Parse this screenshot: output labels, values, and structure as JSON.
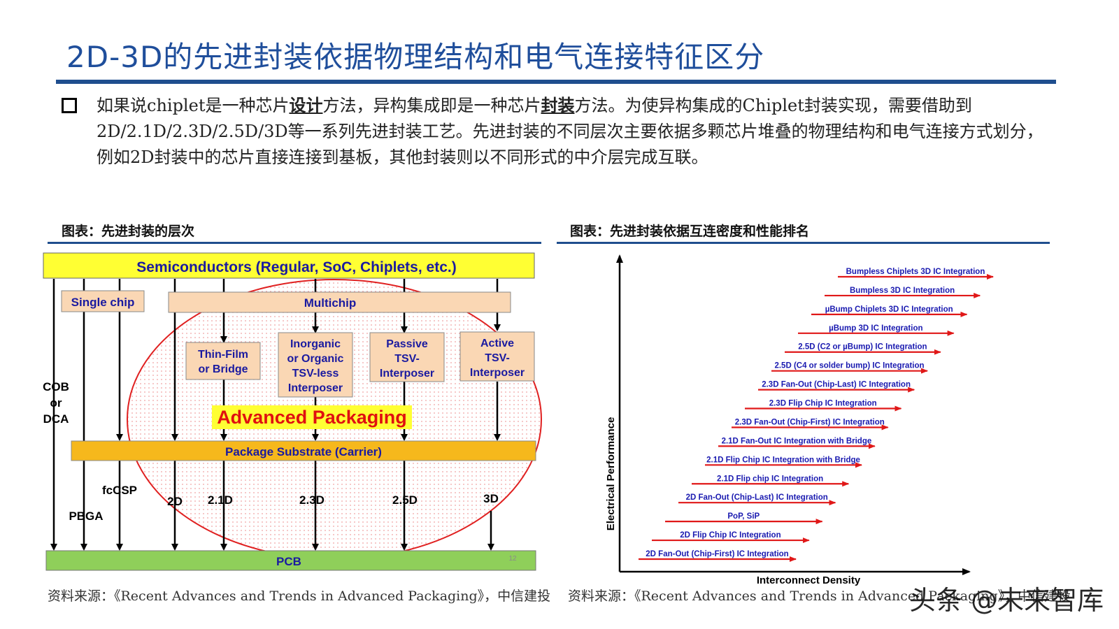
{
  "title": "2D-3D的先进封装依据物理结构和电气连接特征区分",
  "paragraph": {
    "p1": "如果说chiplet是一种芯片",
    "u1": "设计",
    "p2": "方法，异构集成即是一种芯片",
    "u2": "封装",
    "p3": "方法。为使异构集成的Chiplet封装实现，需要借助到2D/2.1D/2.3D/2.5D/3D等一系列先进封装工艺。先进封装的不同层次主要依据多颗芯片堆叠的物理结构和电气连接方式划分，例如2D封装中的芯片直接连接到基板，其他封装则以不同形式的中介层完成互联。"
  },
  "left_figure": {
    "caption": "图表：先进封装的层次",
    "source": "资料来源：《Recent Advances and Trends in Advanced Packaging》，中信建投",
    "semiconductors": "Semiconductors (Regular, SoC, Chiplets, etc.)",
    "single_chip": "Single chip",
    "multichip": "Multichip",
    "cob": [
      "COB",
      "or",
      "DCA"
    ],
    "thin_film": [
      "Thin-Film",
      "or Bridge"
    ],
    "inorganic": [
      "Inorganic",
      "or Organic",
      "TSV-less",
      "Interposer"
    ],
    "passive": [
      "Passive",
      "TSV-",
      "Interposer"
    ],
    "active": [
      "Active",
      "TSV-",
      "Interposer"
    ],
    "advanced_packaging": "Advanced Packaging",
    "substrate": "Package Substrate (Carrier)",
    "fccsp": "fcCSP",
    "pbga": "PBGA",
    "levels": [
      "2D",
      "2.1D",
      "2.3D",
      "2.5D",
      "3D"
    ],
    "pcb": "PCB",
    "page_no": "12",
    "colors": {
      "yellow": "#ffff33",
      "peach": "#fad7b4",
      "orange": "#f6b81c",
      "green": "#8fcf5a",
      "ellipse": "#e02020",
      "blue_text": "#1a1aa0"
    }
  },
  "right_figure": {
    "caption": "图表：先进封装依据互连密度和性能排名",
    "source": "资料来源：《Recent Advances and Trends in Advanced Packaging》，中信建投",
    "ylabel": "Electrical Performance",
    "xlabel": "Interconnect Density",
    "arrow_color": "#e01818",
    "label_color": "#1a1ab0",
    "items": [
      "Bumpless Chiplets 3D IC Integration",
      "Bumpless 3D IC Integration",
      "µBump Chiplets 3D IC Integration",
      "µBump 3D IC Integration",
      "2.5D (C2 or µBump) IC Integration",
      "2.5D (C4 or solder bump) IC Integration",
      "2.3D Fan-Out (Chip-Last) IC Integration",
      "2.3D Flip Chip IC Integration",
      "2.3D Fan-Out (Chip-First) IC Integration",
      "2.1D Fan-Out IC Integration with Bridge",
      "2.1D Flip Chip IC Integration with Bridge",
      "2.1D Flip chip IC Integration",
      "2D Fan-Out (Chip-Last) IC Integration",
      "PoP, SiP",
      "2D Flip Chip IC Integration",
      "2D Fan-Out (Chip-First) IC Integration"
    ]
  },
  "watermark": "头条 @未来智库"
}
